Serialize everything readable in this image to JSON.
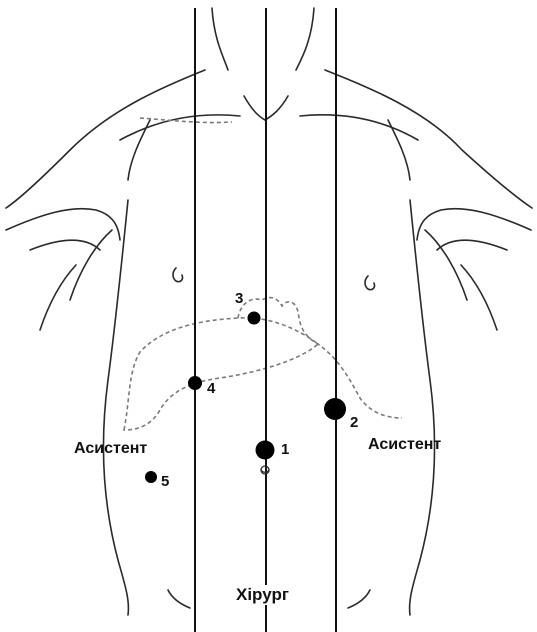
{
  "labels": {
    "assistant_left": "Асистент",
    "assistant_right": "Асистент",
    "surgeon": "Хірург"
  },
  "ports": [
    {
      "id": "1"
    },
    {
      "id": "2"
    },
    {
      "id": "3"
    },
    {
      "id": "4"
    },
    {
      "id": "5"
    }
  ],
  "colors": {
    "outline": "#2a2a2a",
    "organ_dash": "#7a7a7a",
    "port": "#000000"
  }
}
